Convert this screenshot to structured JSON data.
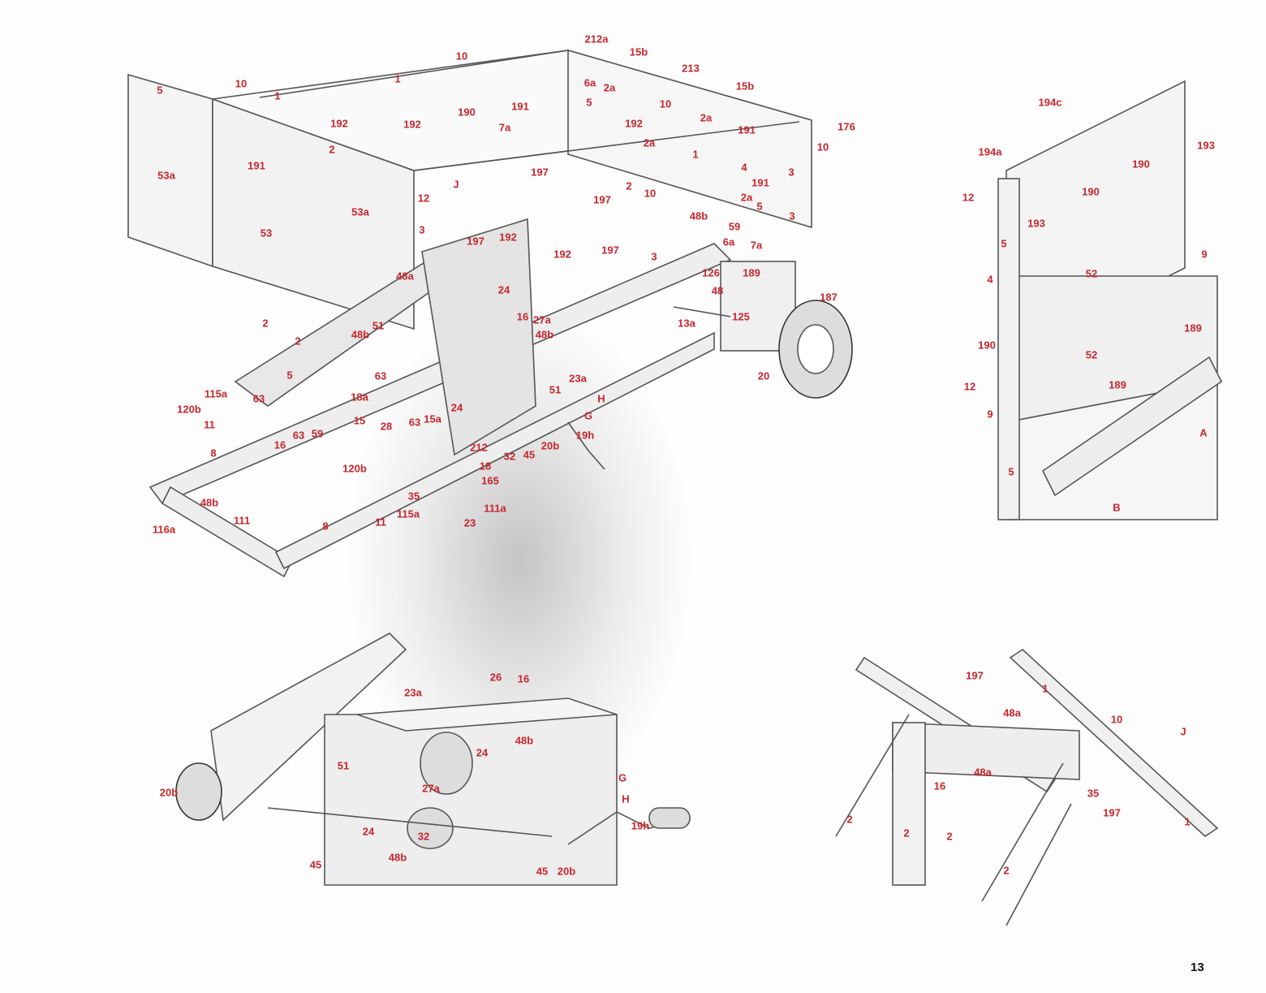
{
  "page_number": "13",
  "colors": {
    "label": "#c8262c",
    "line": "#555555"
  },
  "main_diagram": {
    "labels": [
      "10",
      "212a",
      "15b",
      "213",
      "15b",
      "10",
      "5",
      "1",
      "1",
      "6a",
      "2a",
      "5",
      "10",
      "2a",
      "190",
      "191",
      "192",
      "192",
      "192",
      "191",
      "176",
      "7a",
      "2",
      "2a",
      "1",
      "10",
      "191",
      "197",
      "4",
      "3",
      "53a",
      "191",
      "J",
      "2",
      "10",
      "2a",
      "12",
      "197",
      "5",
      "53a",
      "48b",
      "59",
      "3",
      "53",
      "3",
      "197",
      "192",
      "6a",
      "7a",
      "197",
      "192",
      "3",
      "48a",
      "126",
      "189",
      "24",
      "48",
      "187",
      "16",
      "27a",
      "51",
      "2",
      "13a",
      "125",
      "48b",
      "2",
      "48b",
      "20",
      "23a",
      "5",
      "H",
      "115a",
      "63",
      "63",
      "18a",
      "51",
      "120b",
      "24",
      "15a",
      "G",
      "11",
      "15",
      "28",
      "63",
      "63",
      "59",
      "16",
      "32",
      "45",
      "20b",
      "19h",
      "212",
      "8",
      "120b",
      "18",
      "165",
      "35",
      "111a",
      "48b",
      "115a",
      "11",
      "111",
      "23",
      "116a",
      "8"
    ]
  },
  "side_diagram": {
    "labels": [
      "194c",
      "194a",
      "193",
      "190",
      "12",
      "190",
      "193",
      "5",
      "9",
      "52",
      "4",
      "189",
      "190",
      "52",
      "189",
      "12",
      "9",
      "A",
      "5",
      "B"
    ]
  },
  "gearbox_detail": {
    "labels": [
      "26",
      "16",
      "23a",
      "48b",
      "24",
      "51",
      "G",
      "27a",
      "20b",
      "H",
      "19h",
      "32",
      "24",
      "45",
      "48b",
      "45",
      "20b"
    ]
  },
  "pivot_detail": {
    "labels": [
      "197",
      "1",
      "48a",
      "10",
      "J",
      "16",
      "48a",
      "35",
      "197",
      "2",
      "2",
      "2",
      "1",
      "2"
    ]
  }
}
